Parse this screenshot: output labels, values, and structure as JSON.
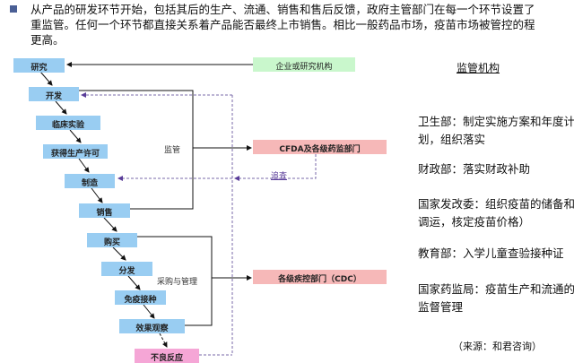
{
  "intro": {
    "lines": [
      "从产品的研发环节开始，包括其后的生产、流通、销售和售后反馈，政府主管部门在每一个环节设置了",
      "重监管。任何一个环节都直接关系着产品能否最终上市销售。相比一般药品市场，疫苗市场被管控的程",
      "更高。"
    ]
  },
  "flow": {
    "steps": [
      "研究",
      "开发",
      "临床实验",
      "获得生产许可",
      "制造",
      "销售",
      "购买",
      "分发",
      "免疫接种",
      "效果观察",
      "不良反应"
    ]
  },
  "agencies": {
    "enterprise": "企业或研究机构",
    "cfda": "CFDA及各级药监部门",
    "cdc": "各级疾控部门（CDC）"
  },
  "labels": {
    "supervise": "监管",
    "trace": "追查",
    "procure": "采购与管理"
  },
  "panel": {
    "title": "监管机构",
    "entries": [
      "卫生部：制定实施方案和年度计划，组织落实",
      "财政部：落实财政补助",
      "国家发改委：组织疫苗的储备和调运，核定疫苗价格）",
      "教育部：入学儿童查验接种证",
      "国家药监局：疫苗生产和流通的监督管理"
    ],
    "source": "（来源：和君咨询）"
  },
  "colors": {
    "step": "#99cdf2",
    "enterprise": "#c9f7cc",
    "agency": "#f6b8b8",
    "adverse": "#f5a6d6",
    "dashed": "#7a6aa8"
  }
}
